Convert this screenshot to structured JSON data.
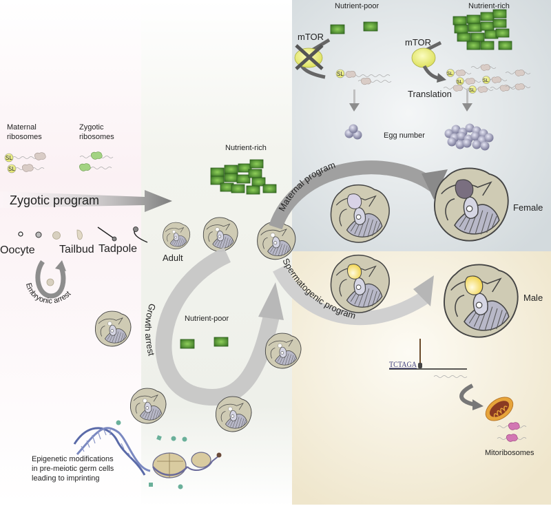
{
  "regions": {
    "left_panel_color": "#fbf3f5",
    "center_panel_color": "#eef0ea",
    "top_right_panel_color": "#dfe4e6",
    "bottom_right_panel_color": "#f6f0e0"
  },
  "early_development": {
    "maternal_ribosomes_line1": "Maternal",
    "maternal_ribosomes_line2": "ribosomes",
    "zygotic_ribosomes_line1": "Zygotic",
    "zygotic_ribosomes_line2": "ribosomes",
    "sl_tag": "SL",
    "zygotic_program": "Zygotic program",
    "stages": [
      "Oocyte",
      "Tailbud",
      "Tadpole"
    ],
    "embryonic_arrest": "Embryonic arrest"
  },
  "center": {
    "nutrient_rich": "Nutrient-rich",
    "adult": "Adult",
    "growth_arrest": "Growth arrest",
    "nutrient_poor": "Nutrient-poor"
  },
  "maternal_panel": {
    "nutrient_poor": "Nutrient-poor",
    "nutrient_rich": "Nutrient-rich",
    "mtor_inhibited": "mTOR",
    "mtor_active": "mTOR",
    "translation": "Translation",
    "egg_number": "Egg number",
    "sl_tag": "SL",
    "maternal_program": "Maternal program",
    "female": "Female"
  },
  "spermatogenic_panel": {
    "spermatogenic_program": "Spermatogenic program",
    "male": "Male",
    "sequence": "TCTAGA",
    "mitoribosomes": "Mitoribosomes"
  },
  "epigenetics": {
    "line1": "Epigenetic modifications",
    "line2": "in pre-meiotic germ cells",
    "line3": "leading to imprinting"
  },
  "colors": {
    "arrow_gray": "#8d8d8d",
    "nutrient_green": "#5a9a3a",
    "mtor_yellow": "#e8ec7a",
    "ribosome_beige": "#d9ccc6",
    "zygotic_ribosome_green": "#9fcf7e",
    "egg_lavender": "#9a9ab8",
    "testis_yellow": "#f2d54a",
    "mito_orange": "#e7a43a",
    "mitoribosome_pink": "#c44f9a",
    "animal_body": "#cfcbb4"
  }
}
